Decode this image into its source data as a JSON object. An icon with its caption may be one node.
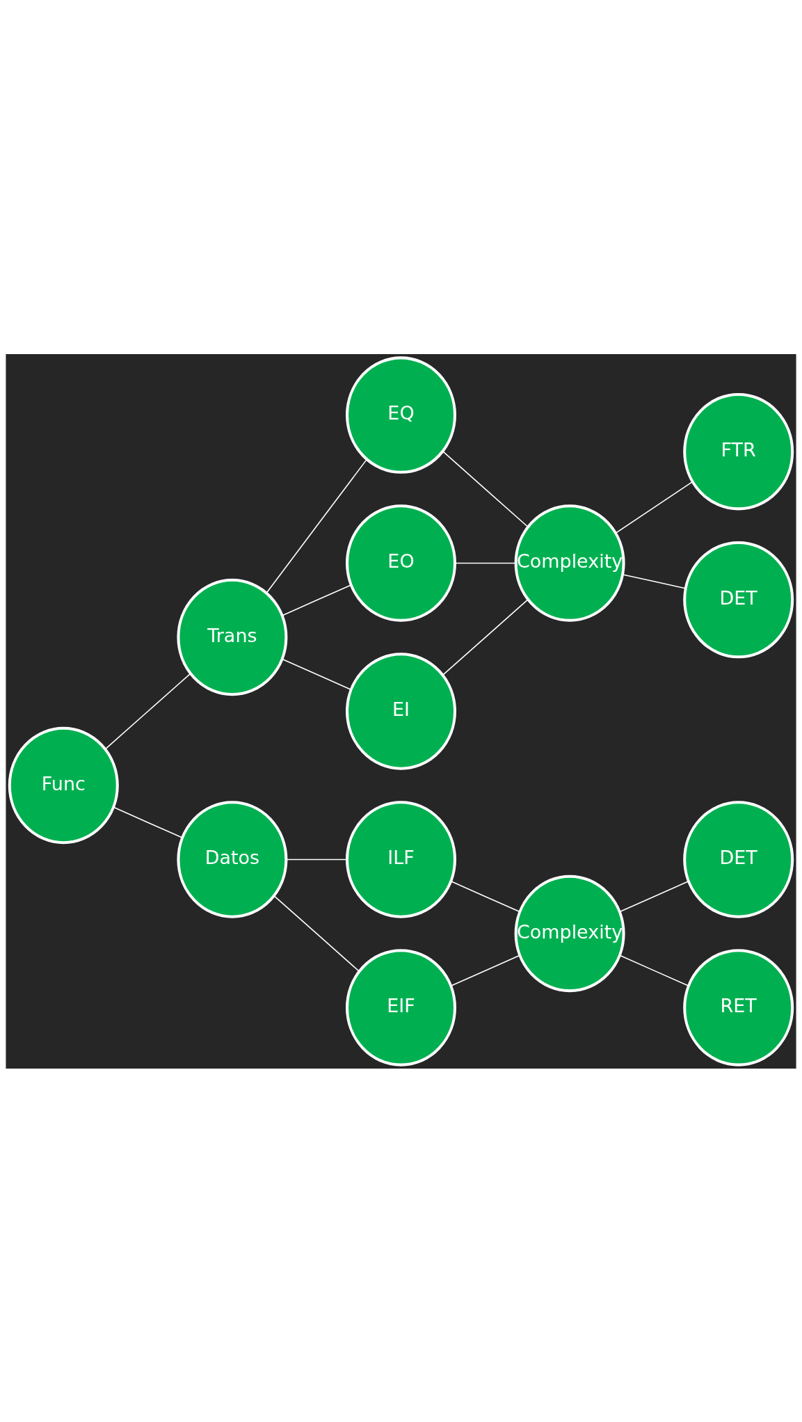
{
  "diagram": {
    "nodes": [
      {
        "text": [
          "Func"
        ]
      },
      {
        "text": [
          "Trans"
        ]
      },
      {
        "text": [
          "EQ"
        ]
      },
      {
        "text": [
          "EO"
        ]
      },
      {
        "text": [
          "EI"
        ]
      },
      {
        "text": [
          "Complexity"
        ]
      },
      {
        "text": [
          "FTR"
        ]
      },
      {
        "text": [
          "DET"
        ]
      },
      {
        "text": [
          "Datos"
        ]
      },
      {
        "text": [
          "ILF"
        ]
      },
      {
        "text": [
          "EIF"
        ]
      },
      {
        "text": [
          "Complexity"
        ]
      },
      {
        "text": [
          "DET"
        ]
      },
      {
        "text": [
          "RET"
        ]
      }
    ],
    "edges": [
      {
        "from": 0,
        "to": 1,
        "arrow": "none"
      },
      {
        "from": 0,
        "to": 8,
        "arrow": "none"
      },
      {
        "from": 1,
        "to": 2,
        "arrow": "none"
      },
      {
        "from": 1,
        "to": 3,
        "arrow": "none"
      },
      {
        "from": 1,
        "to": 4,
        "arrow": "none"
      },
      {
        "from": 2,
        "to": 5,
        "arrow": "none"
      },
      {
        "from": 3,
        "to": 5,
        "arrow": "none"
      },
      {
        "from": 4,
        "to": 5,
        "arrow": "none"
      },
      {
        "from": 5,
        "to": 6,
        "arrow": "none"
      },
      {
        "from": 5,
        "to": 7,
        "arrow": "none"
      },
      {
        "from": 8,
        "to": 9,
        "arrow": "none"
      },
      {
        "from": 8,
        "to": 10,
        "arrow": "none"
      },
      {
        "from": 9,
        "to": 11,
        "arrow": "none"
      },
      {
        "from": 10,
        "to": 11,
        "arrow": "none"
      },
      {
        "from": 11,
        "to": 12,
        "arrow": "none"
      },
      {
        "from": 11,
        "to": 13,
        "arrow": "none"
      }
    ]
  }
}
